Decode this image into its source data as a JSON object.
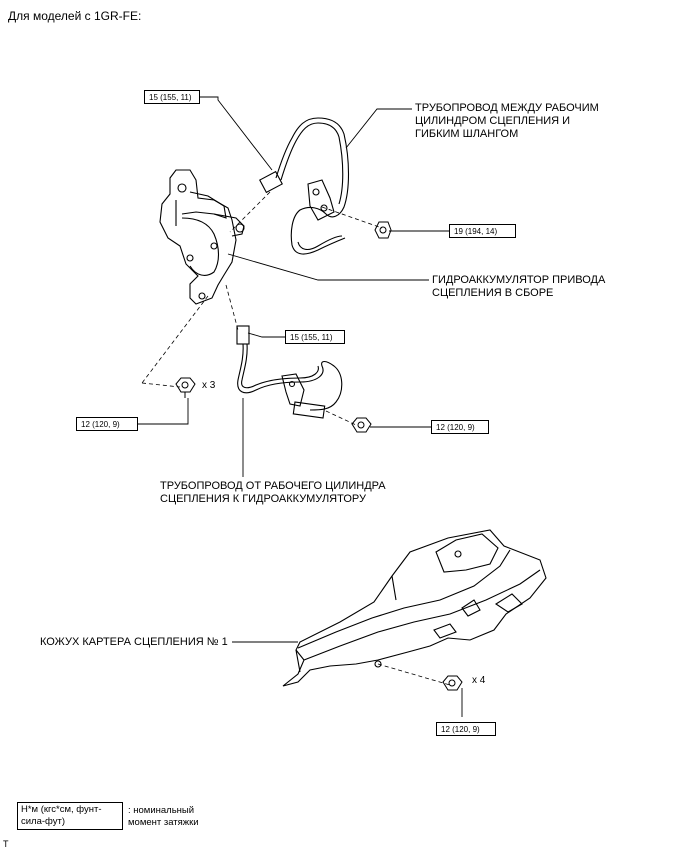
{
  "header": {
    "title": "Для моделей с 1GR-FE:"
  },
  "torque_specs": {
    "pipe_upper": "15 (155, 11)",
    "nut_bracket": "19 (194, 14)",
    "pipe_lower": "15 (155, 11)",
    "bolt_accumulator": "12 (120, 9)",
    "bolt_lower": "12 (120, 9)",
    "bolt_cover": "12 (120, 9)"
  },
  "quantities": {
    "accumulator_bolts": "x 3",
    "cover_bolts": "x 4"
  },
  "parts": {
    "pipe_upper_line1": "ТРУБОПРОВОД МЕЖДУ РАБОЧИМ",
    "pipe_upper_line2": "ЦИЛИНДРОМ СЦЕПЛЕНИЯ И",
    "pipe_upper_line3": "ГИБКИМ ШЛАНГОМ",
    "accumulator_line1": "ГИДРОАККУМУЛЯТОР ПРИВОДА",
    "accumulator_line2": "СЦЕПЛЕНИЯ В СБОРЕ",
    "pipe_lower_line1": "ТРУБОПРОВОД ОТ РАБОЧЕГО ЦИЛИНДРА",
    "pipe_lower_line2": "СЦЕПЛЕНИЯ К ГИДРОАККУМУЛЯТОРУ",
    "cover": "КОЖУХ КАРТЕРА СЦЕПЛЕНИЯ № 1"
  },
  "legend": {
    "box_line1": "Н*м (кгс*см, фунт-",
    "box_line2": "сила-фут)",
    "desc_line1": ": номинальный",
    "desc_line2": "момент затяжки"
  },
  "footer": {
    "mark": "T"
  }
}
